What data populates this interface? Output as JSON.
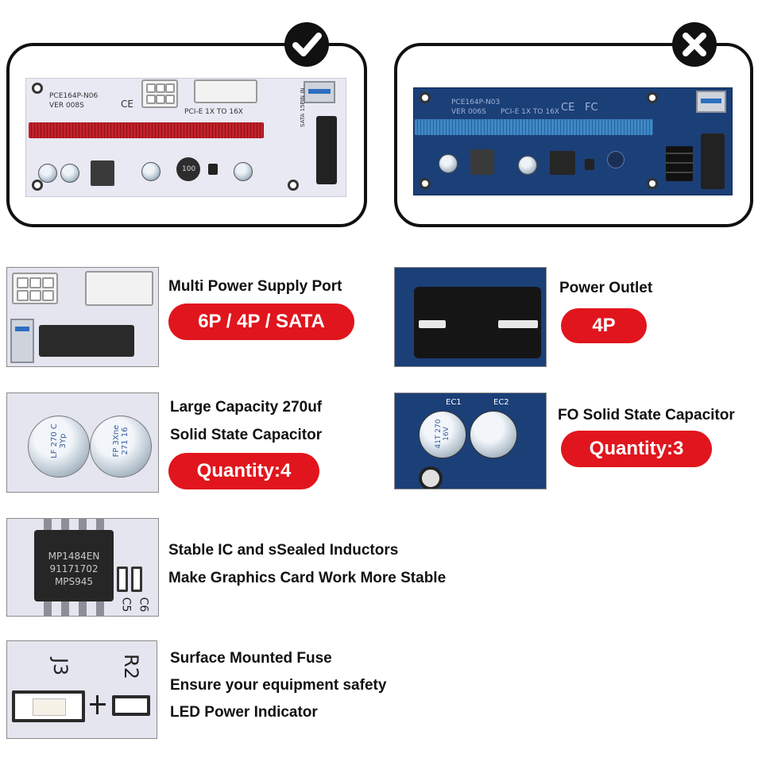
{
  "good_board": {
    "badge_icon": "checkmark-icon",
    "model": "PCE164P-N06",
    "version": "VER 008S",
    "slot_label": "PCI-E 1X TO 16X",
    "ce_mark": "CE",
    "sata_label": "SATA 15PIN IN",
    "inductor_label": "100"
  },
  "bad_board": {
    "badge_icon": "x-mark-icon",
    "model": "PCE164P-N03",
    "version": "VER 006S",
    "slot_label": "PCI-E 1X TO 16X",
    "ce_mark": "CE",
    "fc_mark": "FC"
  },
  "features": {
    "power_port": {
      "title": "Multi Power Supply Port",
      "badge": "6P / 4P / SATA"
    },
    "power_outlet": {
      "title": "Power Outlet",
      "badge": "4P"
    },
    "large_capacitor": {
      "line1": "Large Capacity 270uf",
      "line2": "Solid State Capacitor",
      "badge": "Quantity:4",
      "cap1_text": "LF 270 C 3Yp",
      "cap2_text": "FP 3Xne 271 16"
    },
    "fo_capacitor": {
      "title": "FO Solid State Capacitor",
      "badge": "Quantity:3",
      "label_ec1": "EC1",
      "label_ec2": "EC2",
      "cap_text": "41T 270 16V"
    },
    "stable_ic": {
      "line1": "Stable IC and sSealed Inductors",
      "line2": "Make Graphics Card Work More Stable",
      "chip_line1": "MP1484EN",
      "chip_line2": "91171702",
      "chip_line3": "MPS945",
      "label_c6": "C6",
      "label_c5": "C5"
    },
    "fuse": {
      "line1": "Surface Mounted Fuse",
      "line2": "Ensure your equipment safety",
      "line3": "LED Power Indicator",
      "label_j3": "J3",
      "label_r2": "R2"
    }
  },
  "colors": {
    "accent_red": "#e1151d",
    "board_white": "#e8e9f3",
    "board_blue": "#1b3f77",
    "slot_red": "#c22129",
    "slot_blue": "#3f88c6"
  }
}
